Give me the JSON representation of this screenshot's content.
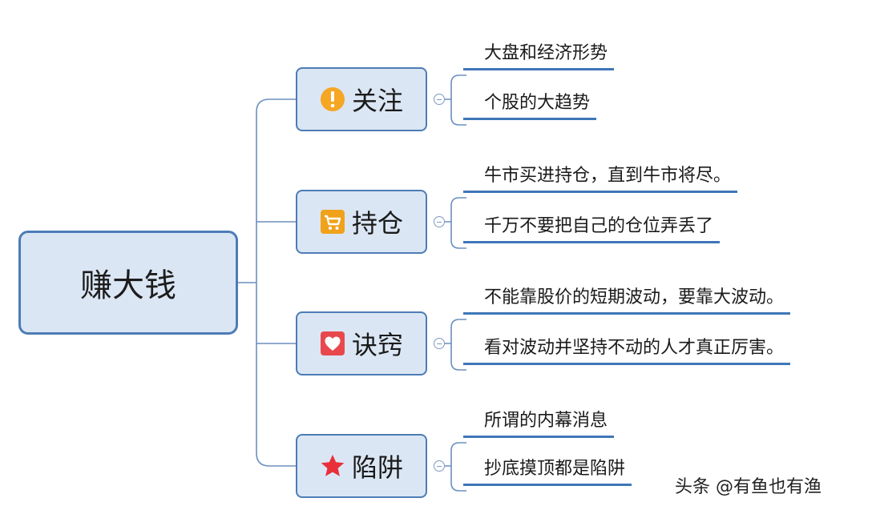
{
  "root": {
    "label": "赚大钱"
  },
  "branches": [
    {
      "label": "关注",
      "icon": "exclamation-icon",
      "leaves": [
        "大盘和经济形势",
        "个股的大趋势"
      ]
    },
    {
      "label": "持仓",
      "icon": "shopping-cart-icon",
      "leaves": [
        "牛市买进持仓，直到牛市将尽。",
        "千万不要把自己的仓位弄丢了"
      ]
    },
    {
      "label": "诀窍",
      "icon": "heart-icon",
      "leaves": [
        "不能靠股价的短期波动，要靠大波动。",
        "看对波动并坚持不动的人才真正厉害。"
      ]
    },
    {
      "label": "陷阱",
      "icon": "star-icon",
      "leaves": [
        "所谓的内幕消息",
        "抄底摸顶都是陷阱"
      ]
    }
  ],
  "watermark": "头条 @有鱼也有渔",
  "colors": {
    "node_fill": "#dbe6f4",
    "node_border": "#4d7cb6",
    "connector": "#6b8fbf",
    "leaf_underline": "#3f76b8",
    "exclamation": "#f5a623",
    "cart": "#f0a21b",
    "heart": "#e8484d",
    "star": "#e8303a"
  }
}
